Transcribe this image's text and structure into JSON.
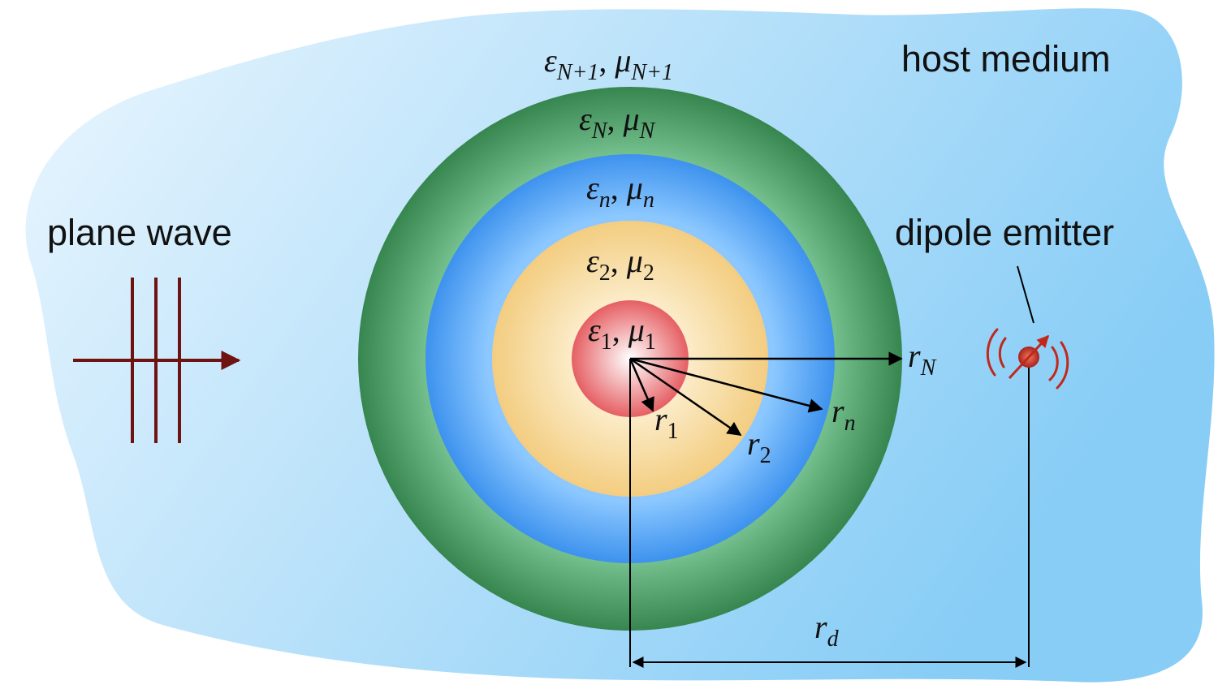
{
  "labels": {
    "host_medium": "host medium",
    "plane_wave": "plane wave",
    "dipole_emitter": "dipole emitter"
  },
  "layers": {
    "host": {
      "eps": "ε",
      "eps_sub": "N+1",
      "mu": "μ",
      "mu_sub": "N+1"
    },
    "outer": {
      "eps": "ε",
      "eps_sub": "N",
      "mu": "μ",
      "mu_sub": "N"
    },
    "nth": {
      "eps": "ε",
      "eps_sub": "n",
      "mu": "μ",
      "mu_sub": "n"
    },
    "second": {
      "eps": "ε",
      "eps_sub": "2",
      "mu": "μ",
      "mu_sub": "2"
    },
    "core": {
      "eps": "ε",
      "eps_sub": "1",
      "mu": "μ",
      "mu_sub": "1"
    }
  },
  "radii_labels": {
    "r1": {
      "sym": "r",
      "sub": "1"
    },
    "r2": {
      "sym": "r",
      "sub": "2"
    },
    "rn": {
      "sym": "r",
      "sub": "n"
    },
    "rN": {
      "sym": "r",
      "sub": "N"
    },
    "rd": {
      "sym": "r",
      "sub": "d"
    }
  },
  "colors": {
    "host_light": "#e6f4fd",
    "host_dark": "#8fd0f7",
    "outer_shell": "#3a8a52",
    "nth_shell": "#3f96f0",
    "second_shell": "#f4cf86",
    "core": "#e86a6a",
    "wave": "#6f1212",
    "dipole": "#c0281c"
  }
}
